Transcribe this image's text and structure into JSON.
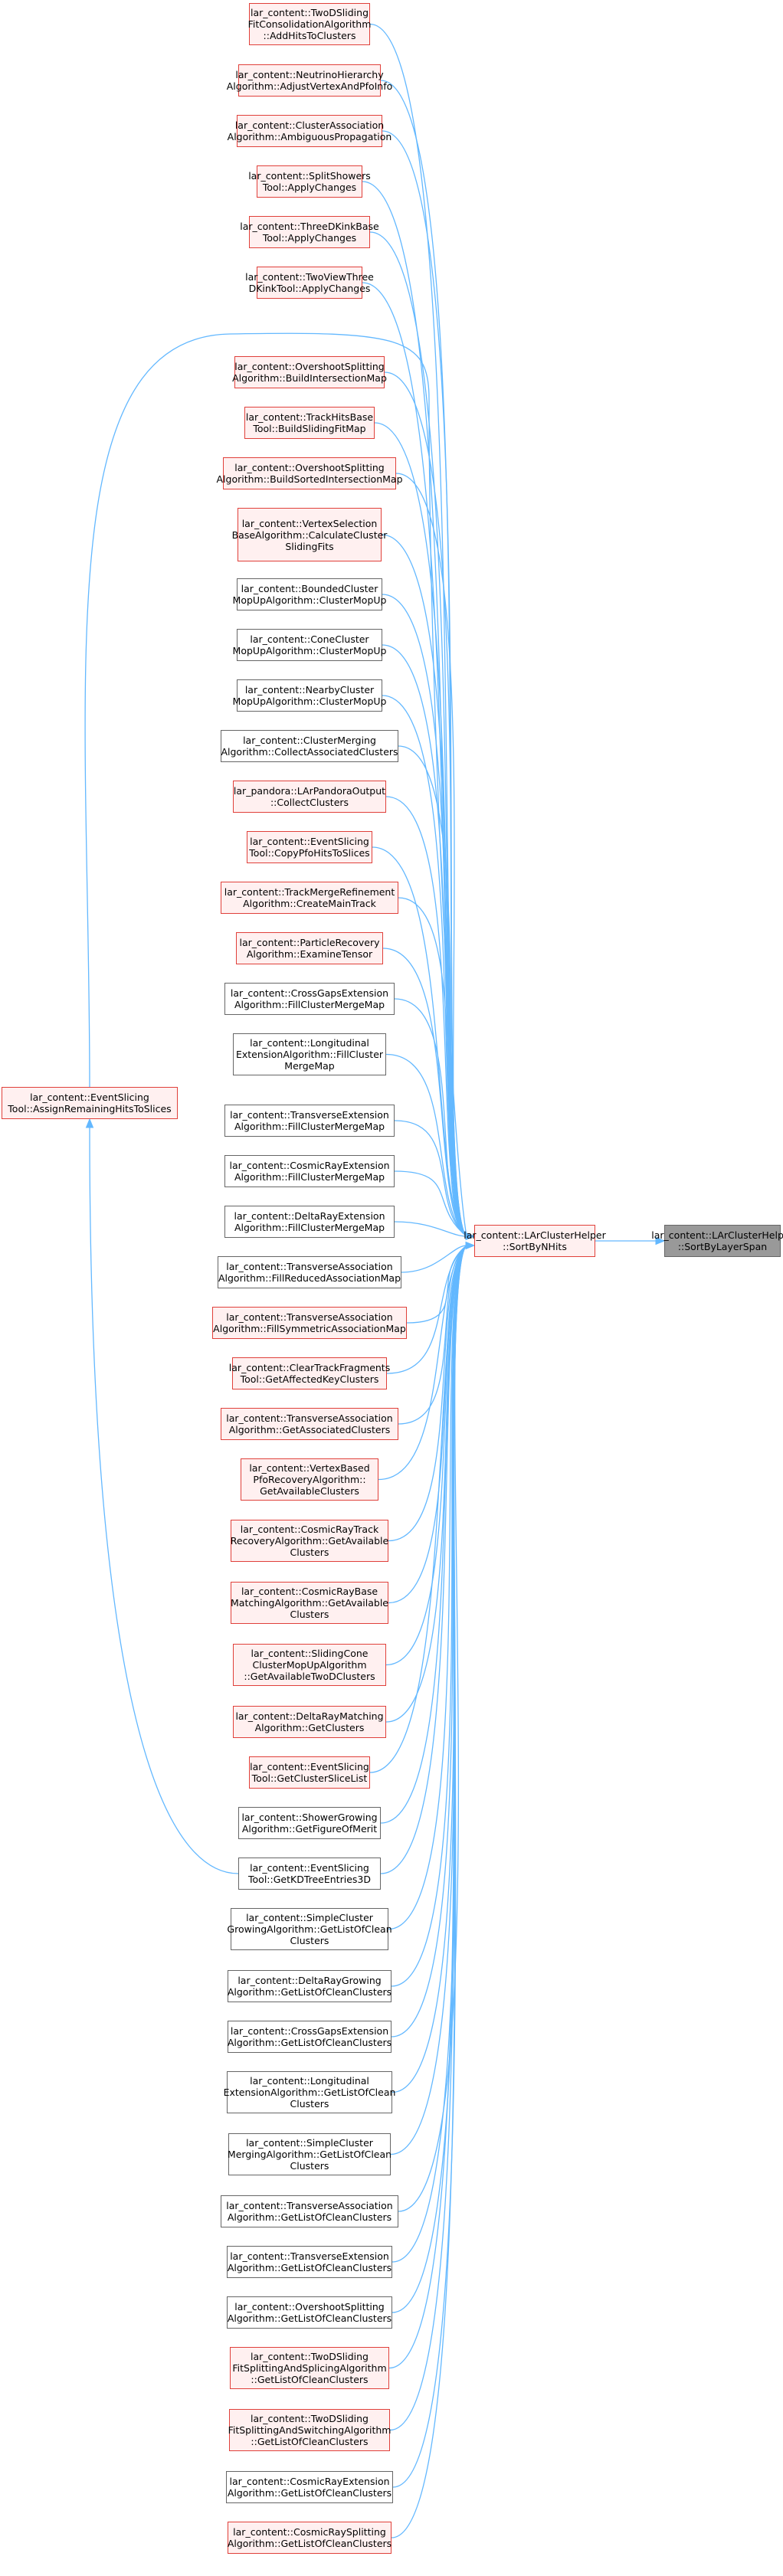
{
  "colors": {
    "edge": "#63b8ff",
    "red_border": "#e0403a",
    "red_fill": "#fff0f0",
    "grey_border": "#666666",
    "target_fill": "#999999"
  },
  "target": {
    "lines": [
      "lar_content::LArClusterHelper",
      "::SortByLayerSpan"
    ]
  },
  "hub": {
    "lines": [
      "lar_content::LArClusterHelper",
      "::SortByNHits"
    ]
  },
  "callers": [
    {
      "lines": [
        "lar_content::TwoDSliding",
        "FitConsolidationAlgorithm",
        "::AddHitsToClusters"
      ],
      "style": "red"
    },
    {
      "lines": [
        "lar_content::NeutrinoHierarchy",
        "Algorithm::AdjustVertexAndPfoInfo"
      ],
      "style": "red"
    },
    {
      "lines": [
        "lar_content::ClusterAssociation",
        "Algorithm::AmbiguousPropagation"
      ],
      "style": "red"
    },
    {
      "lines": [
        "lar_content::SplitShowers",
        "Tool::ApplyChanges"
      ],
      "style": "red"
    },
    {
      "lines": [
        "lar_content::ThreeDKinkBase",
        "Tool::ApplyChanges"
      ],
      "style": "red"
    },
    {
      "lines": [
        "lar_content::TwoViewThree",
        "DKinkTool::ApplyChanges"
      ],
      "style": "red"
    },
    {
      "lines": [
        "lar_content::OvershootSplitting",
        "Algorithm::BuildIntersectionMap"
      ],
      "style": "red"
    },
    {
      "lines": [
        "lar_content::TrackHitsBase",
        "Tool::BuildSlidingFitMap"
      ],
      "style": "red"
    },
    {
      "lines": [
        "lar_content::OvershootSplitting",
        "Algorithm::BuildSortedIntersectionMap"
      ],
      "style": "red"
    },
    {
      "lines": [
        "lar_content::VertexSelection",
        "BaseAlgorithm::CalculateCluster",
        "SlidingFits"
      ],
      "style": "red"
    },
    {
      "lines": [
        "lar_content::BoundedCluster",
        "MopUpAlgorithm::ClusterMopUp"
      ],
      "style": "grey"
    },
    {
      "lines": [
        "lar_content::ConeCluster",
        "MopUpAlgorithm::ClusterMopUp"
      ],
      "style": "grey"
    },
    {
      "lines": [
        "lar_content::NearbyCluster",
        "MopUpAlgorithm::ClusterMopUp"
      ],
      "style": "grey"
    },
    {
      "lines": [
        "lar_content::ClusterMerging",
        "Algorithm::CollectAssociatedClusters"
      ],
      "style": "grey"
    },
    {
      "lines": [
        "lar_pandora::LArPandoraOutput",
        "::CollectClusters"
      ],
      "style": "red"
    },
    {
      "lines": [
        "lar_content::EventSlicing",
        "Tool::CopyPfoHitsToSlices"
      ],
      "style": "red"
    },
    {
      "lines": [
        "lar_content::TrackMergeRefinement",
        "Algorithm::CreateMainTrack"
      ],
      "style": "red"
    },
    {
      "lines": [
        "lar_content::ParticleRecovery",
        "Algorithm::ExamineTensor"
      ],
      "style": "red"
    },
    {
      "lines": [
        "lar_content::CrossGapsExtension",
        "Algorithm::FillClusterMergeMap"
      ],
      "style": "grey"
    },
    {
      "lines": [
        "lar_content::Longitudinal",
        "ExtensionAlgorithm::FillCluster",
        "MergeMap"
      ],
      "style": "grey"
    },
    {
      "lines": [
        "lar_content::TransverseExtension",
        "Algorithm::FillClusterMergeMap"
      ],
      "style": "grey"
    },
    {
      "lines": [
        "lar_content::CosmicRayExtension",
        "Algorithm::FillClusterMergeMap"
      ],
      "style": "grey"
    },
    {
      "lines": [
        "lar_content::DeltaRayExtension",
        "Algorithm::FillClusterMergeMap"
      ],
      "style": "grey"
    },
    {
      "lines": [
        "lar_content::TransverseAssociation",
        "Algorithm::FillReducedAssociationMap"
      ],
      "style": "grey"
    },
    {
      "lines": [
        "lar_content::TransverseAssociation",
        "Algorithm::FillSymmetricAssociationMap"
      ],
      "style": "red"
    },
    {
      "lines": [
        "lar_content::ClearTrackFragments",
        "Tool::GetAffectedKeyClusters"
      ],
      "style": "red"
    },
    {
      "lines": [
        "lar_content::TransverseAssociation",
        "Algorithm::GetAssociatedClusters"
      ],
      "style": "red"
    },
    {
      "lines": [
        "lar_content::VertexBased",
        "PfoRecoveryAlgorithm::",
        "GetAvailableClusters"
      ],
      "style": "red"
    },
    {
      "lines": [
        "lar_content::CosmicRayTrack",
        "RecoveryAlgorithm::GetAvailable",
        "Clusters"
      ],
      "style": "red"
    },
    {
      "lines": [
        "lar_content::CosmicRayBase",
        "MatchingAlgorithm::GetAvailable",
        "Clusters"
      ],
      "style": "red"
    },
    {
      "lines": [
        "lar_content::SlidingCone",
        "ClusterMopUpAlgorithm",
        "::GetAvailableTwoDClusters"
      ],
      "style": "red"
    },
    {
      "lines": [
        "lar_content::DeltaRayMatching",
        "Algorithm::GetClusters"
      ],
      "style": "red"
    },
    {
      "lines": [
        "lar_content::EventSlicing",
        "Tool::GetClusterSliceList"
      ],
      "style": "red"
    },
    {
      "lines": [
        "lar_content::ShowerGrowing",
        "Algorithm::GetFigureOfMerit"
      ],
      "style": "grey"
    },
    {
      "lines": [
        "lar_content::EventSlicing",
        "Tool::GetKDTreeEntries3D"
      ],
      "style": "grey"
    },
    {
      "lines": [
        "lar_content::SimpleCluster",
        "GrowingAlgorithm::GetListOfClean",
        "Clusters"
      ],
      "style": "grey"
    },
    {
      "lines": [
        "lar_content::DeltaRayGrowing",
        "Algorithm::GetListOfCleanClusters"
      ],
      "style": "grey"
    },
    {
      "lines": [
        "lar_content::CrossGapsExtension",
        "Algorithm::GetListOfCleanClusters"
      ],
      "style": "grey"
    },
    {
      "lines": [
        "lar_content::Longitudinal",
        "ExtensionAlgorithm::GetListOfClean",
        "Clusters"
      ],
      "style": "grey"
    },
    {
      "lines": [
        "lar_content::SimpleCluster",
        "MergingAlgorithm::GetListOfClean",
        "Clusters"
      ],
      "style": "grey"
    },
    {
      "lines": [
        "lar_content::TransverseAssociation",
        "Algorithm::GetListOfCleanClusters"
      ],
      "style": "grey"
    },
    {
      "lines": [
        "lar_content::TransverseExtension",
        "Algorithm::GetListOfCleanClusters"
      ],
      "style": "grey"
    },
    {
      "lines": [
        "lar_content::OvershootSplitting",
        "Algorithm::GetListOfCleanClusters"
      ],
      "style": "grey"
    },
    {
      "lines": [
        "lar_content::TwoDSliding",
        "FitSplittingAndSplicingAlgorithm",
        "::GetListOfCleanClusters"
      ],
      "style": "red"
    },
    {
      "lines": [
        "lar_content::TwoDSliding",
        "FitSplittingAndSwitchingAlgorithm",
        "::GetListOfCleanClusters"
      ],
      "style": "red"
    },
    {
      "lines": [
        "lar_content::CosmicRayExtension",
        "Algorithm::GetListOfCleanClusters"
      ],
      "style": "grey"
    },
    {
      "lines": [
        "lar_content::CosmicRaySplitting",
        "Algorithm::GetListOfCleanClusters"
      ],
      "style": "red"
    }
  ],
  "side_caller": {
    "lines": [
      "lar_content::EventSlicing",
      "Tool::AssignRemainingHitsToSlices"
    ],
    "style": "red"
  }
}
